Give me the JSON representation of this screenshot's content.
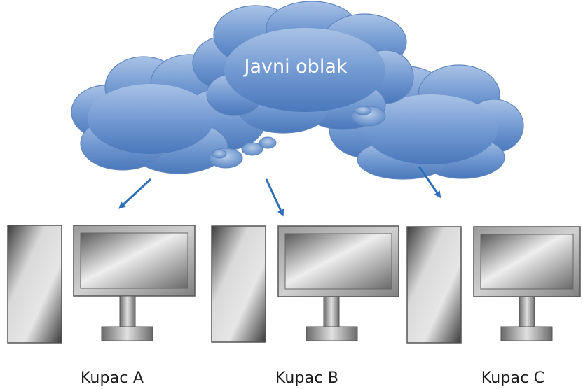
{
  "cloud": {
    "title": "Javni oblak"
  },
  "customers": [
    {
      "label": "Kupac A"
    },
    {
      "label": "Kupac B"
    },
    {
      "label": "Kupac C"
    }
  ],
  "colors": {
    "cloud_fill_light": "#9ab7e0",
    "cloud_fill_dark": "#4f7fc0",
    "arrow": "#2f6fb5"
  }
}
